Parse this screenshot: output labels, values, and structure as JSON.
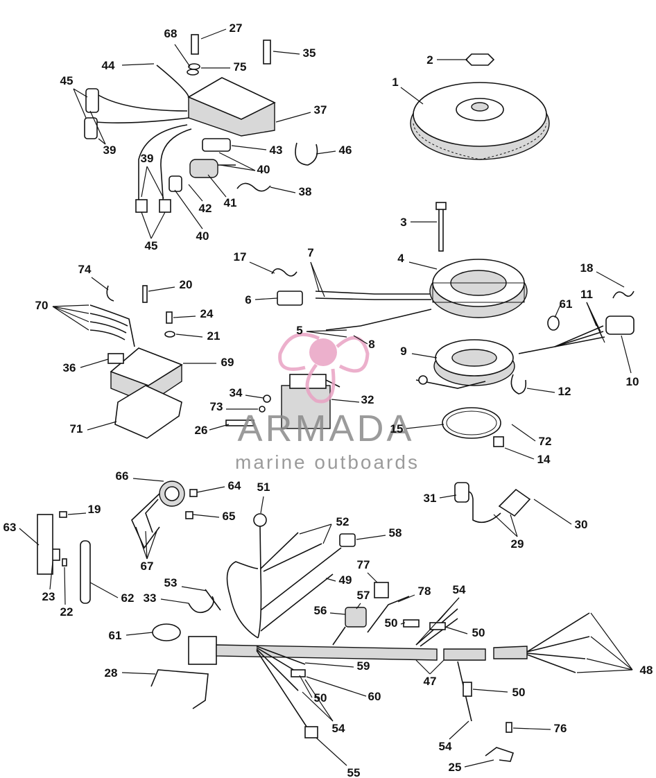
{
  "labels": [
    {
      "id": "1",
      "text": "1"
    },
    {
      "id": "2",
      "text": "2"
    },
    {
      "id": "3",
      "text": "3"
    },
    {
      "id": "4",
      "text": "4"
    },
    {
      "id": "5",
      "text": "5"
    },
    {
      "id": "6",
      "text": "6"
    },
    {
      "id": "7",
      "text": "7"
    },
    {
      "id": "8",
      "text": "8"
    },
    {
      "id": "9",
      "text": "9"
    },
    {
      "id": "10",
      "text": "10"
    },
    {
      "id": "11",
      "text": "11"
    },
    {
      "id": "12",
      "text": "12"
    },
    {
      "id": "14",
      "text": "14"
    },
    {
      "id": "15",
      "text": "15"
    },
    {
      "id": "17",
      "text": "17"
    },
    {
      "id": "18",
      "text": "18"
    },
    {
      "id": "19",
      "text": "19"
    },
    {
      "id": "20",
      "text": "20"
    },
    {
      "id": "21",
      "text": "21"
    },
    {
      "id": "22",
      "text": "22"
    },
    {
      "id": "23",
      "text": "23"
    },
    {
      "id": "24",
      "text": "24"
    },
    {
      "id": "25",
      "text": "25"
    },
    {
      "id": "26",
      "text": "26"
    },
    {
      "id": "27",
      "text": "27"
    },
    {
      "id": "28",
      "text": "28"
    },
    {
      "id": "29",
      "text": "29"
    },
    {
      "id": "30",
      "text": "30"
    },
    {
      "id": "31",
      "text": "31"
    },
    {
      "id": "32",
      "text": "32"
    },
    {
      "id": "33",
      "text": "33"
    },
    {
      "id": "34",
      "text": "34"
    },
    {
      "id": "35",
      "text": "35"
    },
    {
      "id": "36",
      "text": "36"
    },
    {
      "id": "37",
      "text": "37"
    },
    {
      "id": "38",
      "text": "38"
    },
    {
      "id": "39a",
      "text": "39"
    },
    {
      "id": "39b",
      "text": "39"
    },
    {
      "id": "40a",
      "text": "40"
    },
    {
      "id": "40b",
      "text": "40"
    },
    {
      "id": "41",
      "text": "41"
    },
    {
      "id": "42",
      "text": "42"
    },
    {
      "id": "43",
      "text": "43"
    },
    {
      "id": "44",
      "text": "44"
    },
    {
      "id": "45a",
      "text": "45"
    },
    {
      "id": "45b",
      "text": "45"
    },
    {
      "id": "46",
      "text": "46"
    },
    {
      "id": "47",
      "text": "47"
    },
    {
      "id": "48",
      "text": "48"
    },
    {
      "id": "49",
      "text": "49"
    },
    {
      "id": "50a",
      "text": "50"
    },
    {
      "id": "50b",
      "text": "50"
    },
    {
      "id": "50c",
      "text": "50"
    },
    {
      "id": "50d",
      "text": "50"
    },
    {
      "id": "51",
      "text": "51"
    },
    {
      "id": "52",
      "text": "52"
    },
    {
      "id": "53",
      "text": "53"
    },
    {
      "id": "54a",
      "text": "54"
    },
    {
      "id": "54b",
      "text": "54"
    },
    {
      "id": "54c",
      "text": "54"
    },
    {
      "id": "55",
      "text": "55"
    },
    {
      "id": "56",
      "text": "56"
    },
    {
      "id": "57",
      "text": "57"
    },
    {
      "id": "58",
      "text": "58"
    },
    {
      "id": "59",
      "text": "59"
    },
    {
      "id": "60",
      "text": "60"
    },
    {
      "id": "61a",
      "text": "61"
    },
    {
      "id": "61b",
      "text": "61"
    },
    {
      "id": "62",
      "text": "62"
    },
    {
      "id": "63",
      "text": "63"
    },
    {
      "id": "64",
      "text": "64"
    },
    {
      "id": "65",
      "text": "65"
    },
    {
      "id": "66",
      "text": "66"
    },
    {
      "id": "67",
      "text": "67"
    },
    {
      "id": "68",
      "text": "68"
    },
    {
      "id": "69",
      "text": "69"
    },
    {
      "id": "70",
      "text": "70"
    },
    {
      "id": "71",
      "text": "71"
    },
    {
      "id": "72",
      "text": "72"
    },
    {
      "id": "73",
      "text": "73"
    },
    {
      "id": "74",
      "text": "74"
    },
    {
      "id": "75",
      "text": "75"
    },
    {
      "id": "76",
      "text": "76"
    },
    {
      "id": "77",
      "text": "77"
    },
    {
      "id": "78",
      "text": "78"
    }
  ],
  "watermark": {
    "brand": "ARMADA",
    "tagline": "marine outboards",
    "color_text": "#8a8a8a",
    "color_logo": "#e9a3c4"
  }
}
